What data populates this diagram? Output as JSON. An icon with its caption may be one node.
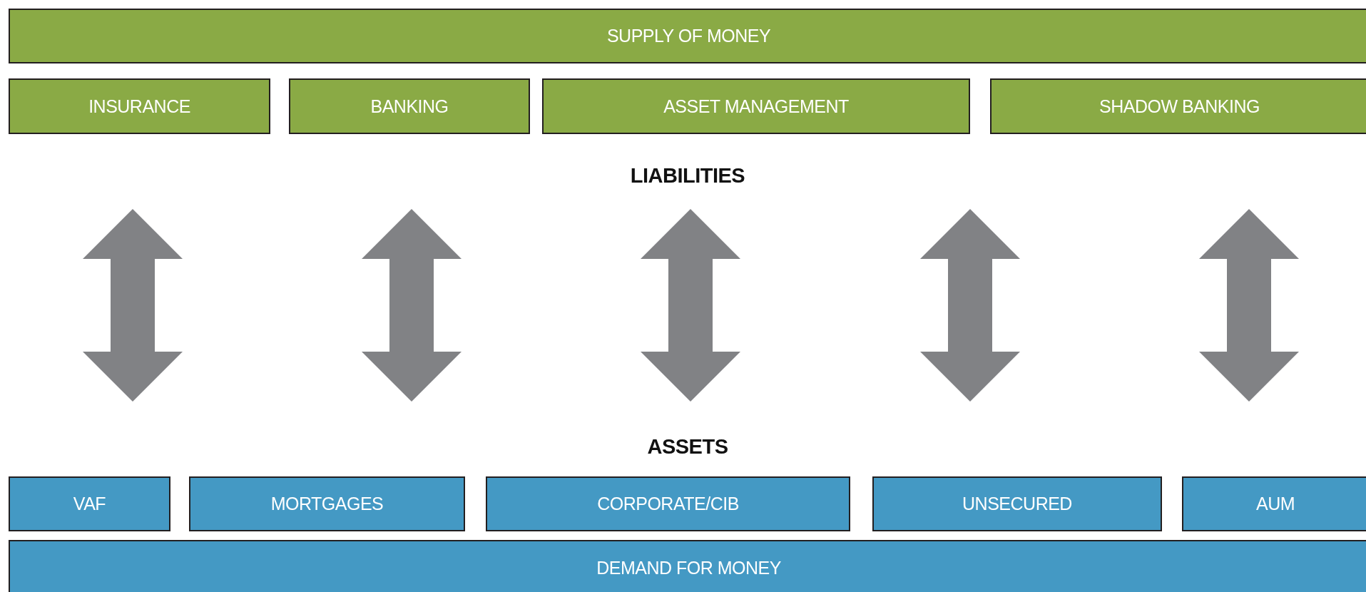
{
  "diagram": {
    "nodes": [
      {
        "text": [
          "SUPPLY OF MONEY"
        ]
      },
      {
        "text": [
          "INSURANCE"
        ]
      },
      {
        "text": [
          "BANKING"
        ]
      },
      {
        "text": [
          "ASSET MANAGEMENT"
        ]
      },
      {
        "text": [
          "SHADOW BANKING"
        ]
      },
      {
        "text": [
          "VAF"
        ]
      },
      {
        "text": [
          "MORTGAGES"
        ]
      },
      {
        "text": [
          "CORPORATE/CIB"
        ]
      },
      {
        "text": [
          "UNSECURED"
        ]
      },
      {
        "text": [
          "AUM"
        ]
      },
      {
        "text": [
          "DEMAND FOR MONEY"
        ]
      }
    ],
    "labels": [
      "LIABILITIES",
      "ASSETS"
    ]
  }
}
